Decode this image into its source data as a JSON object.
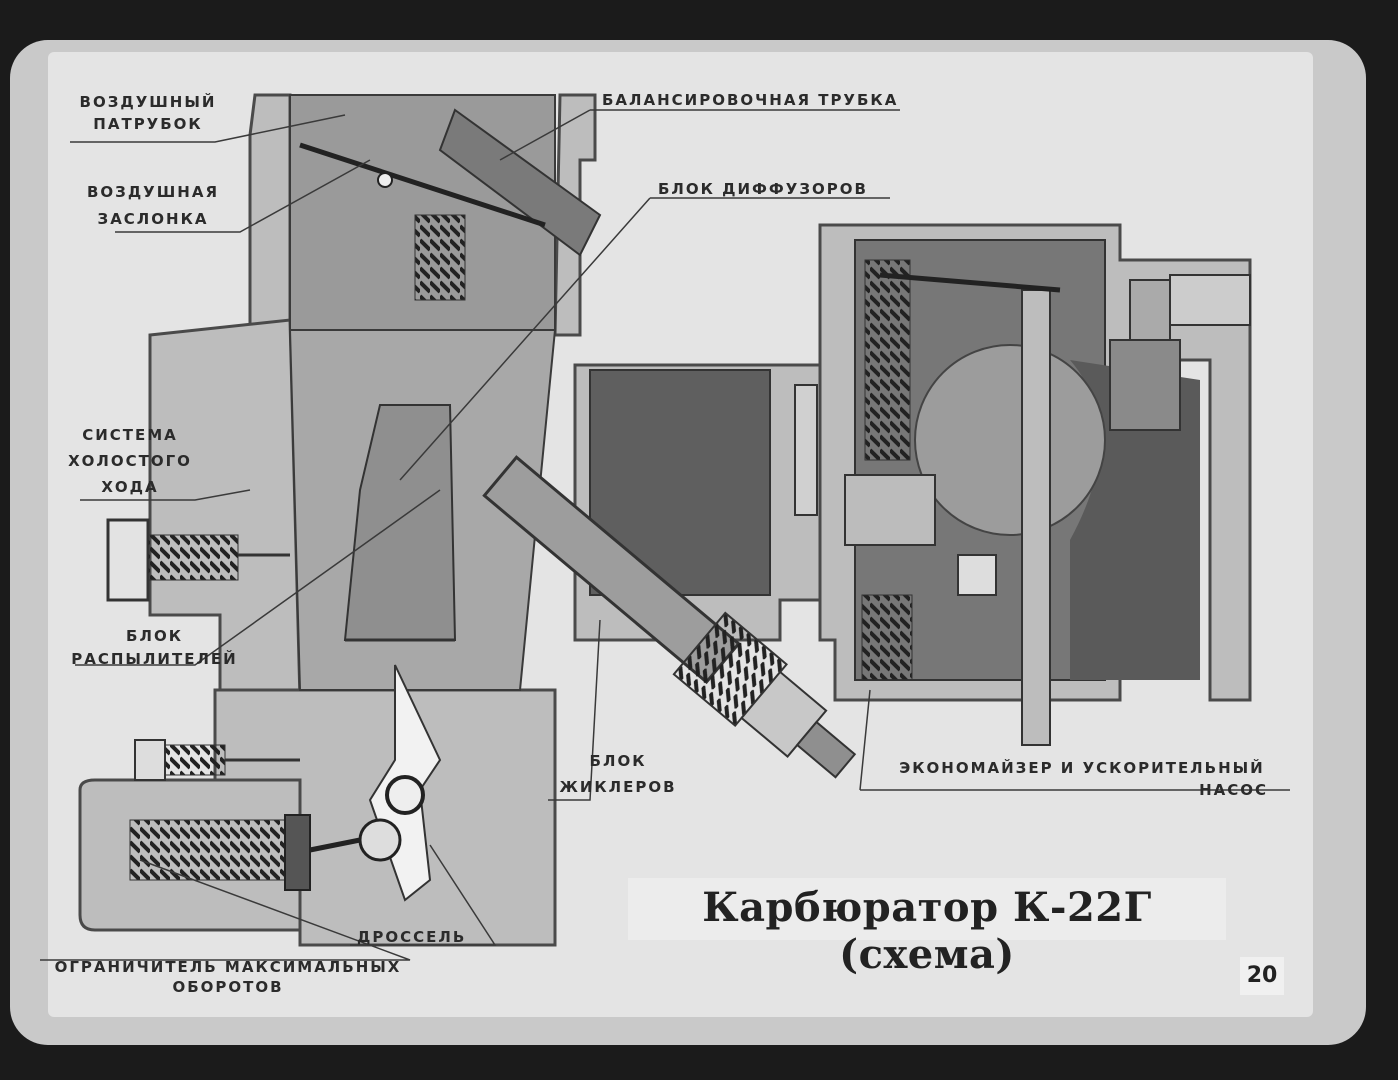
{
  "title": "Карбюратор К-22Г (схема)",
  "page_number": "20",
  "labels": {
    "air_inlet": [
      "ВОЗДУШНЫЙ",
      "ПАТРУБОК"
    ],
    "choke": [
      "ВОЗДУШНАЯ",
      "ЗАСЛОНКА"
    ],
    "balance_tube": "БАЛАНСИРОВОЧНАЯ ТРУБКА",
    "diffuser_block": "БЛОК ДИФФУЗОРОВ",
    "idle_system": [
      "СИСТЕМА",
      "ХОЛОСТОГО",
      "ХОДА"
    ],
    "sprayer_block": [
      "БЛОК",
      "РАСПЫЛИТЕЛЕЙ"
    ],
    "jet_block": [
      "БЛОК",
      "ЖИКЛЕРОВ"
    ],
    "economizer": [
      "ЭКОНОМАЙЗЕР И УСКОРИТЕЛЬНЫЙ",
      "НАСОС"
    ],
    "throttle": "ДРОССЕЛЬ",
    "governor": [
      "ОГРАНИЧИТЕЛЬ МАКСИМАЛЬНЫХ",
      "ОБОРОТОВ"
    ]
  }
}
